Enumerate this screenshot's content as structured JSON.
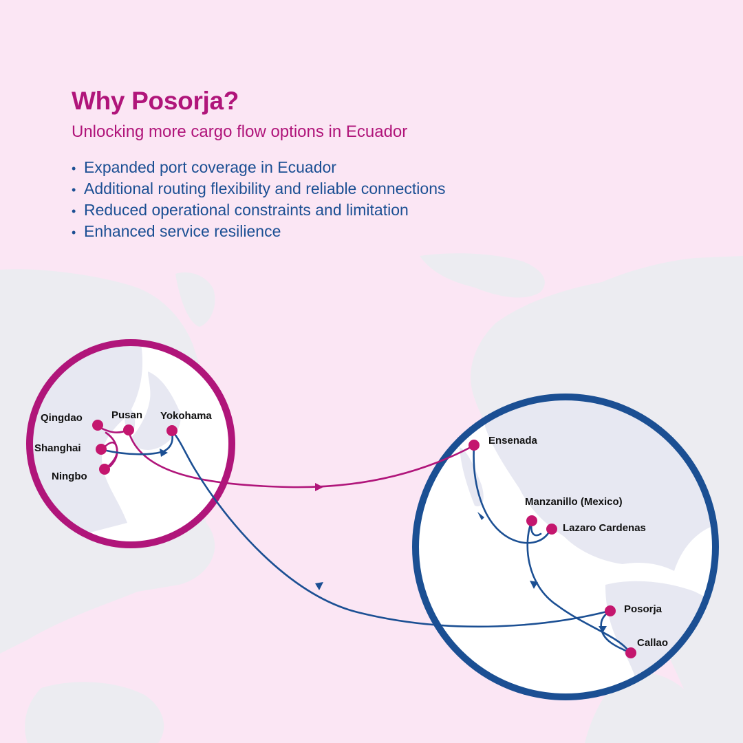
{
  "header": {
    "title": "Why Posorja?",
    "subtitle": "Unlocking more cargo flow options in Ecuador"
  },
  "benefits": [
    "Expanded port coverage in Ecuador",
    "Additional routing flexibility and reliable connections",
    "Reduced operational constraints and limitation",
    "Enhanced service resilience"
  ],
  "bullet_glyph": "•",
  "map": {
    "asia_ports": {
      "qingdao": "Qingdao",
      "pusan": "Pusan",
      "yokohama": "Yokohama",
      "shanghai": "Shanghai",
      "ningbo": "Ningbo"
    },
    "americas_ports": {
      "ensenada": "Ensenada",
      "manzanillo": "Manzanillo (Mexico)",
      "lazaro": "Lazaro Cardenas",
      "posorja": "Posorja",
      "callao": "Callao"
    }
  },
  "colors": {
    "background": "#fbe6f4",
    "land": "#ececf1",
    "magenta": "#b0157a",
    "blue": "#1b4f93",
    "port_marker": "#c4166e"
  }
}
